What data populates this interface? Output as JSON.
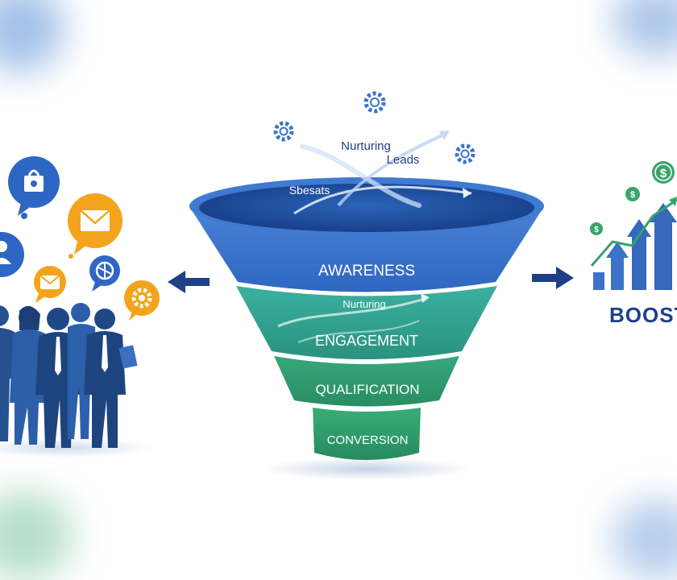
{
  "diagram": {
    "top_labels": {
      "nurturing_leads_line1": "Nurturing",
      "nurturing_leads_line2": "Leads",
      "surface_label": "Sbesats"
    },
    "stages": [
      {
        "label": "AWARENESS",
        "color": "#3d72c9"
      },
      {
        "label": "ENGAGEMENT",
        "color": "#2f9a8a"
      },
      {
        "label": "QUALIFICATION",
        "color": "#2c9a6e"
      },
      {
        "label": "CONVERSION",
        "color": "#2f9c6a"
      }
    ],
    "engagement_sub_label": "Nurturing",
    "result_label": "BOOST",
    "colors": {
      "navy": "#1f3f86",
      "blue": "#3d72c9",
      "green": "#3aa56b",
      "orange": "#f3a41c"
    }
  }
}
